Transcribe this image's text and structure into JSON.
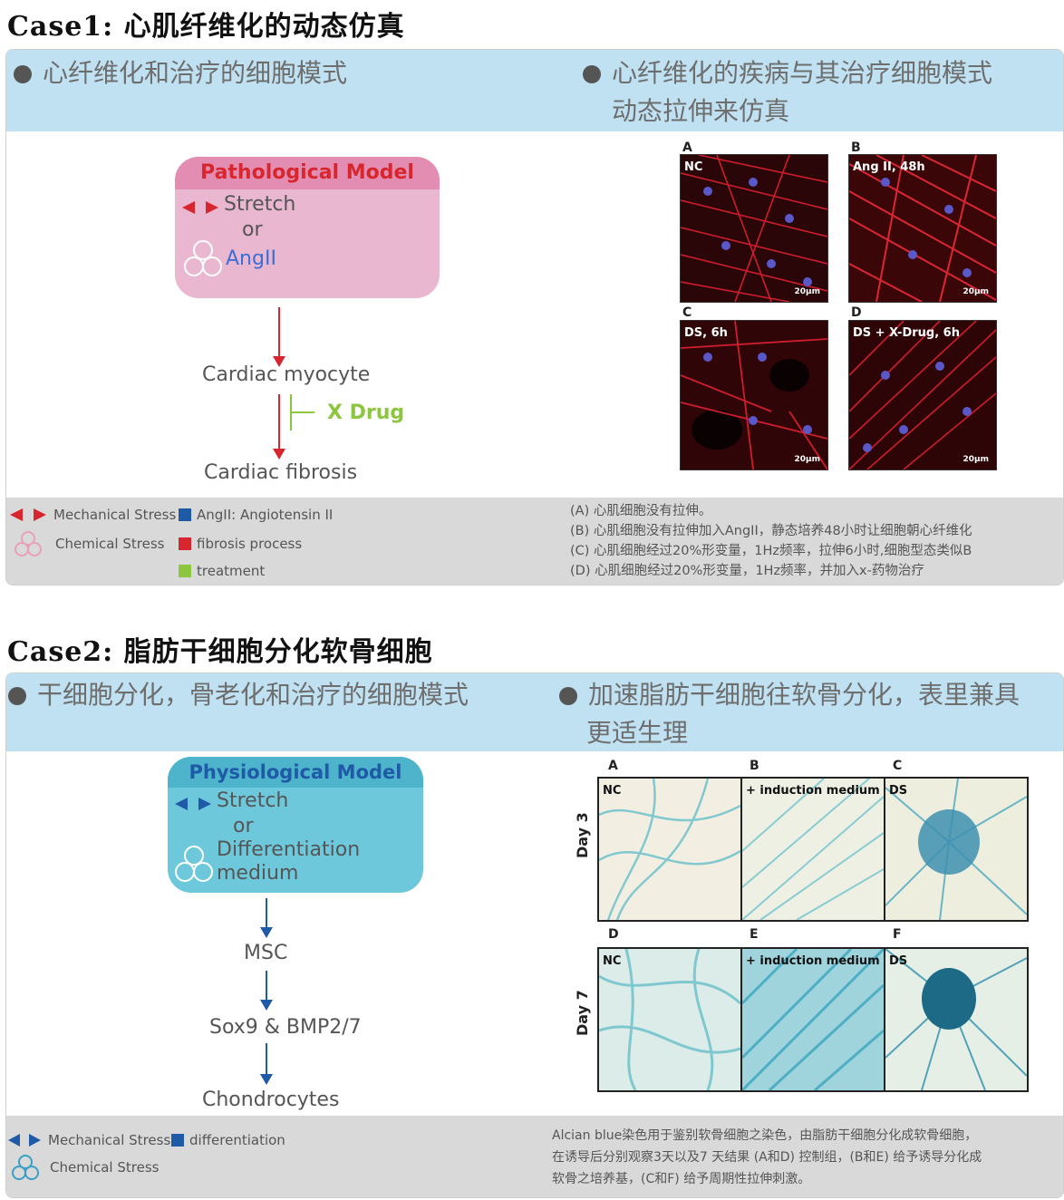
{
  "case1": {
    "title": "Case1: 心肌纤维化的动态仿真",
    "head_left": "心纤维化和治疗的细胞模式",
    "head_right_line1": "心纤维化的疾病与其治疗细胞模式",
    "head_right_line2": "动态拉伸来仿真",
    "model_title": "Pathological Model",
    "model_stretch": "Stretch",
    "model_or": "or",
    "model_agent": "AngII",
    "flow": [
      "Cardiac myocyte",
      "Cardiac fibrosis"
    ],
    "drug": "X Drug",
    "images": [
      {
        "letter": "A",
        "label": "NC",
        "scale": "20μm"
      },
      {
        "letter": "B",
        "label": "Ang II, 48h",
        "scale": "20μm"
      },
      {
        "letter": "C",
        "label": "DS, 6h",
        "scale": "20μm"
      },
      {
        "letter": "D",
        "label": "DS + X-Drug, 6h",
        "scale": "20μm"
      }
    ],
    "legend": {
      "mechanical": "Mechanical Stress",
      "chemical": "Chemical Stress",
      "angii": "AngII: Angiotensin II",
      "fibrosis": "fibrosis process",
      "treatment": "treatment"
    },
    "notes": [
      "(A) 心肌细胞没有拉伸。",
      "(B) 心肌细胞没有拉伸加入AngII，静态培养48小时让细胞朝心纤维化",
      "(C) 心肌细胞经过20%形变量，1Hz频率，拉伸6小时,细胞型态类似B",
      "(D) 心肌细胞经过20%形变量，1Hz频率，并加入x-药物治疗"
    ],
    "colors": {
      "red": "#d8262e",
      "green": "#8cc63f",
      "blue": "#1f5aa6",
      "pink_box": "#e9b7cf",
      "pink_head": "#e48db3"
    }
  },
  "case2": {
    "title": "Case2: 脂肪干细胞分化软骨细胞",
    "head_left": "干细胞分化，骨老化和治疗的细胞模式",
    "head_right_line1": "加速脂肪干细胞往软骨分化，表里兼具",
    "head_right_line2": "更适生理",
    "model_title": "Physiological Model",
    "model_stretch": "Stretch",
    "model_or": "or",
    "model_agent_line1": "Differentiation",
    "model_agent_line2": "medium",
    "flow": [
      "MSC",
      "Sox9 & BMP2/7",
      "Chondrocytes"
    ],
    "day_labels": [
      "Day 3",
      "Day 7"
    ],
    "images": [
      {
        "letter": "A",
        "label": "NC"
      },
      {
        "letter": "B",
        "label": "+ induction medium"
      },
      {
        "letter": "C",
        "label": "DS"
      },
      {
        "letter": "D",
        "label": "NC"
      },
      {
        "letter": "E",
        "label": "+ induction medium"
      },
      {
        "letter": "F",
        "label": "DS"
      }
    ],
    "legend": {
      "mechanical": "Mechanical Stress",
      "chemical": "Chemical Stress",
      "differentiation": "differentiation"
    },
    "notes": [
      "Alcian blue染色用于鉴别软骨细胞之染色，由脂肪干细胞分化成软骨细胞，",
      "在诱导后分别观察3天以及7 天结果 (A和D) 控制组，(B和E) 给予诱导分化成",
      "软骨之培养基，(C和F) 给予周期性拉伸刺激。"
    ],
    "colors": {
      "blue": "#1f5aa6",
      "teal_box": "#6ec8dc",
      "teal_head": "#4db4cc",
      "teal_icon": "#3a9fc4"
    }
  }
}
